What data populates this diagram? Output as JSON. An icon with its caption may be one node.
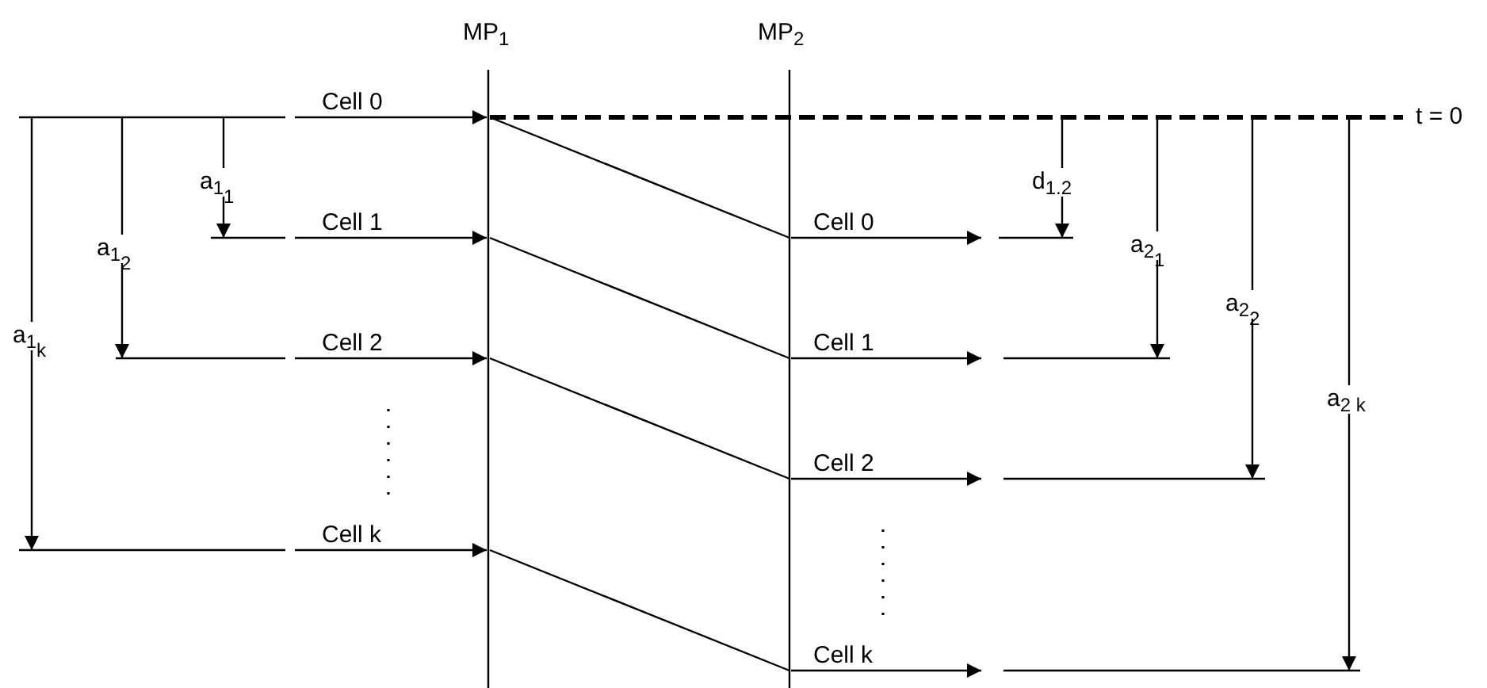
{
  "diagram": {
    "labels": [
      "MP$_{1}$",
      "MP$_{2}$",
      "Cell 0",
      "t = 0",
      "a$_{1}$$_{1}$",
      "Cell 1",
      "Cell 0",
      "d$_{1.2}$",
      "a$_{1}$$_{2}$",
      "a$_{2}$$_{1}$",
      "Cell 2",
      "Cell 1",
      "a$_{1}$$_{k}$",
      "a$_{2}$$_{2}$",
      "Cell 2",
      "a$_{2 k}$",
      "Cell k",
      "Cell k"
    ]
  }
}
